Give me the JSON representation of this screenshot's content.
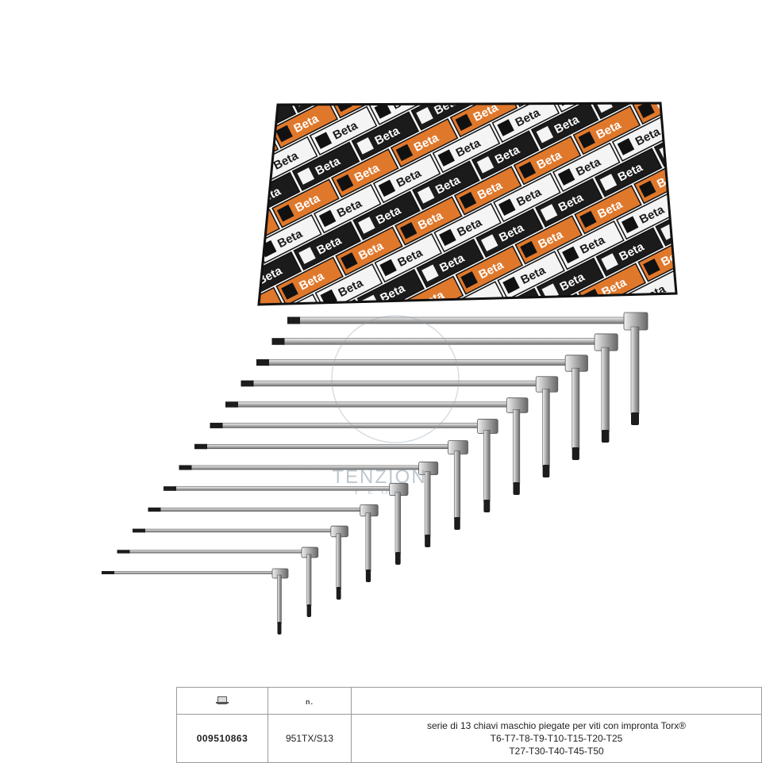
{
  "box": {
    "brand_label": "Beta",
    "colors": {
      "orange": "#e0782c",
      "black": "#1b1b1b",
      "white": "#f4f4f4"
    }
  },
  "wrenches": {
    "count": 13,
    "type": "T-handle Torx"
  },
  "watermark": {
    "brand": "TENZION",
    "sub": "Y E O N"
  },
  "table": {
    "header_icons": [
      "package-icon",
      "quantity-icon"
    ],
    "header_icon_text": "n.",
    "row": {
      "code": "009510863",
      "model": "951TX/S13",
      "description_lines": [
        "serie di 13 chiavi maschio piegate per viti con impronta Torx®",
        "T6-T7-T8-T9-T10-T15-T20-T25",
        "T27-T30-T40-T45-T50"
      ]
    }
  }
}
